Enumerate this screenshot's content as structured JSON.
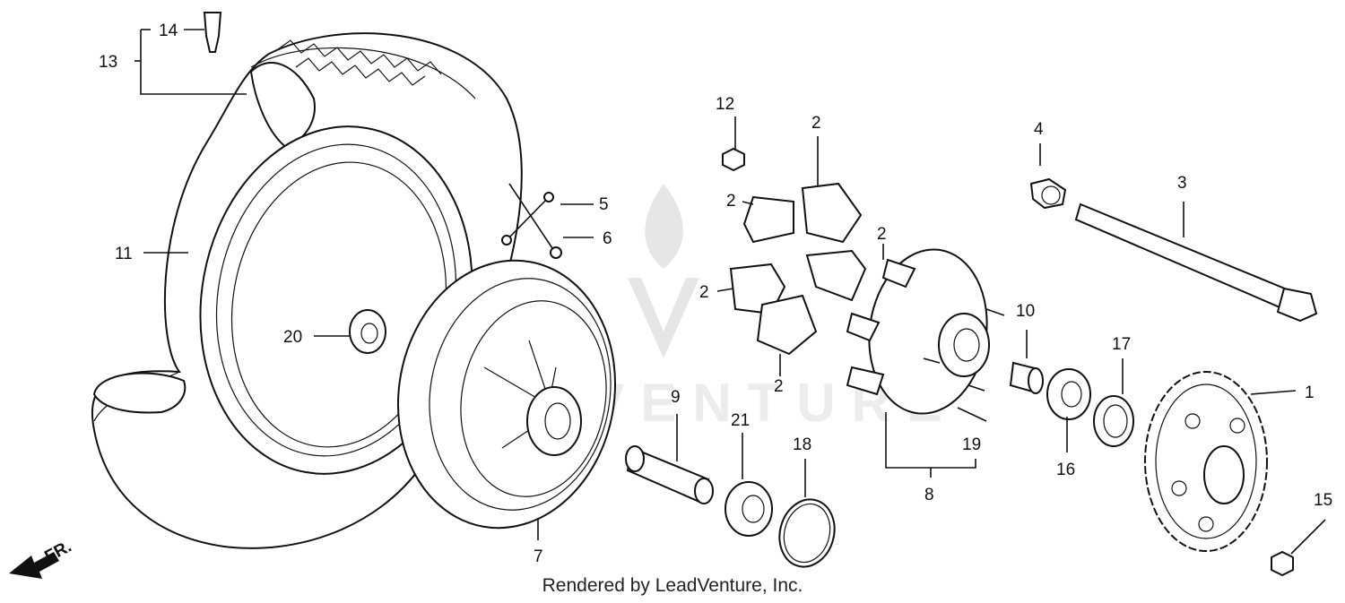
{
  "diagram": {
    "callouts": [
      {
        "id": "c1",
        "text": "1"
      },
      {
        "id": "c2a",
        "text": "2"
      },
      {
        "id": "c2b",
        "text": "2"
      },
      {
        "id": "c2c",
        "text": "2"
      },
      {
        "id": "c2d",
        "text": "2"
      },
      {
        "id": "c2e",
        "text": "2"
      },
      {
        "id": "c3",
        "text": "3"
      },
      {
        "id": "c4",
        "text": "4"
      },
      {
        "id": "c5",
        "text": "5"
      },
      {
        "id": "c6",
        "text": "6"
      },
      {
        "id": "c7",
        "text": "7"
      },
      {
        "id": "c8",
        "text": "8"
      },
      {
        "id": "c9",
        "text": "9"
      },
      {
        "id": "c10",
        "text": "10"
      },
      {
        "id": "c11",
        "text": "11"
      },
      {
        "id": "c12",
        "text": "12"
      },
      {
        "id": "c13",
        "text": "13"
      },
      {
        "id": "c14",
        "text": "14"
      },
      {
        "id": "c15",
        "text": "15"
      },
      {
        "id": "c16",
        "text": "16"
      },
      {
        "id": "c17",
        "text": "17"
      },
      {
        "id": "c18",
        "text": "18"
      },
      {
        "id": "c19",
        "text": "19"
      },
      {
        "id": "c20",
        "text": "20"
      },
      {
        "id": "c21",
        "text": "21"
      }
    ],
    "direction_marker": "FR.",
    "watermark": "LEADVENTURE",
    "credit": "Rendered by LeadVenture, Inc."
  }
}
